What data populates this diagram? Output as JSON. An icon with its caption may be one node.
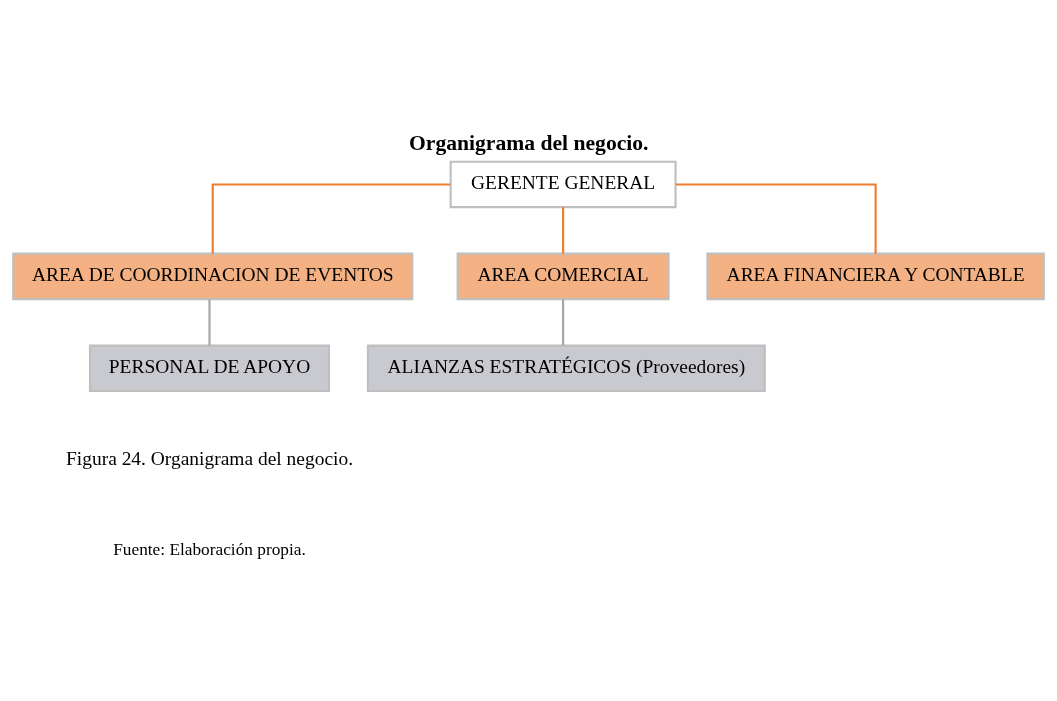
{
  "diagram": {
    "title": "Organigrama del negocio.",
    "caption": "Figura 24. Organigrama del negocio.",
    "nodes": [
      {
        "text": [
          "GERENTE GENERAL"
        ]
      },
      {
        "text": [
          "AREA DE COORDINACION DE EVENTOS"
        ]
      },
      {
        "text": [
          "AREA COMERCIAL"
        ]
      },
      {
        "text": [
          "AREA FINANCIERA Y CONTABLE"
        ]
      },
      {
        "text": [
          "PERSONAL DE APOYO"
        ]
      },
      {
        "text": [
          "ALIANZAS ESTRATÉGICOS (Proveedores)"
        ]
      }
    ],
    "edges": [
      {
        "from": 0,
        "to": 1,
        "arrow": "none"
      },
      {
        "from": 0,
        "to": 2,
        "arrow": "none"
      },
      {
        "from": 0,
        "to": 3,
        "arrow": "none"
      },
      {
        "from": 1,
        "to": 4,
        "arrow": "none",
        "color": "#a6a6a6"
      },
      {
        "from": 2,
        "to": 5,
        "arrow": "none",
        "color": "#a6a6a6"
      }
    ],
    "labels": [
      "Fuente: Elaboración propia."
    ]
  }
}
